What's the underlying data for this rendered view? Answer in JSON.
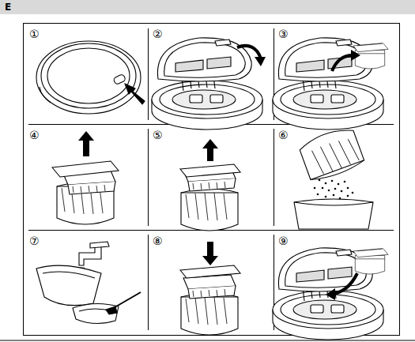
{
  "diagram": {
    "title": "E",
    "labels": [
      "①",
      "②",
      "③",
      "④",
      "⑤",
      "⑥",
      "⑦",
      "⑧",
      "⑨"
    ]
  }
}
